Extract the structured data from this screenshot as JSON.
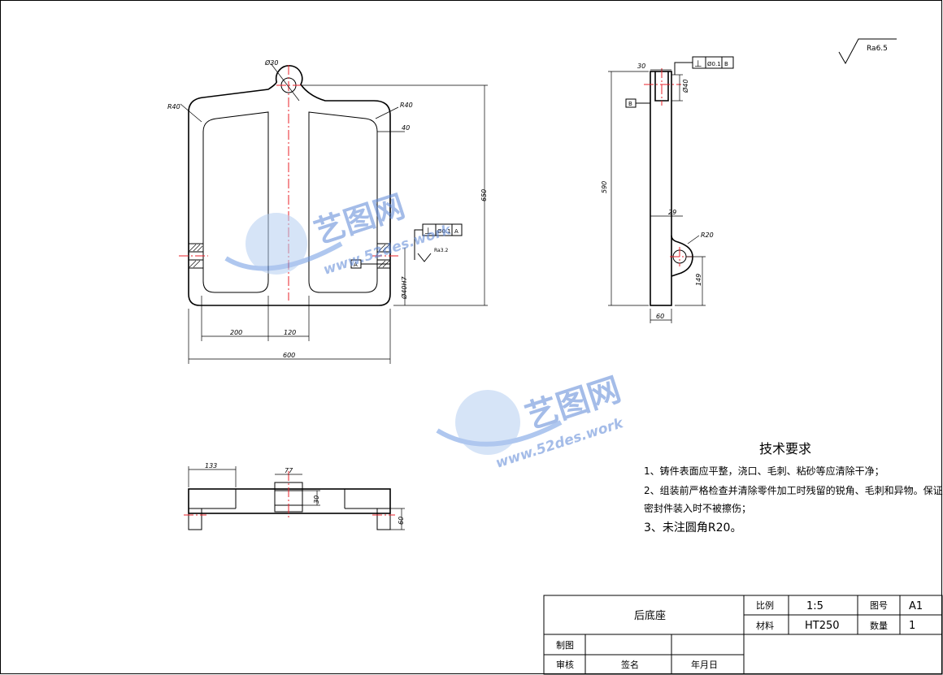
{
  "drawing": {
    "part_name": "后底座",
    "scale_label": "比例",
    "scale_value": "1:5",
    "drawing_no_label": "图号",
    "drawing_no_value": "A1",
    "material_label": "材料",
    "material_value": "HT250",
    "quantity_label": "数量",
    "quantity_value": "1",
    "drawn_label": "制图",
    "checked_label": "审核",
    "signature_label": "签名",
    "date_label": "年月日",
    "roughness": "Ra6.5"
  },
  "tech_requirements": {
    "title": "技术要求",
    "items": [
      "1、铸件表面应平整，浇口、毛刺、粘砂等应清除干净；",
      "2、组装前严格检查并清除零件加工时残留的锐角、毛刺和异物。保证",
      "密封件装入时不被擦伤；",
      "3、未注圆角R20。"
    ]
  },
  "dimensions": {
    "front_width": "600",
    "front_height": "650",
    "inner_200": "200",
    "inner_120": "120",
    "top_r40": "R40",
    "top_r40_left": "R40",
    "top_40": "40",
    "hole_dia": "Ø30",
    "bore_dia": "Ø40H7",
    "tol_perp_1": "⊥",
    "tol_val_1": "Ø0.1",
    "tol_datum_1": "A",
    "datum_a": "A",
    "roughness_small": "Ra3.2",
    "side_30": "30",
    "side_590": "590",
    "side_29": "29",
    "side_r20": "R20",
    "side_149": "149",
    "side_60": "60",
    "side_d40": "Ø40",
    "tol_val_2": "Ø0.1",
    "tol_datum_2": "B",
    "datum_b": "B",
    "top_133": "133",
    "top_77": "77",
    "top_30": "30",
    "top_60": "60"
  },
  "watermark": {
    "brand": "艺图网",
    "url": "www.52des.work"
  }
}
